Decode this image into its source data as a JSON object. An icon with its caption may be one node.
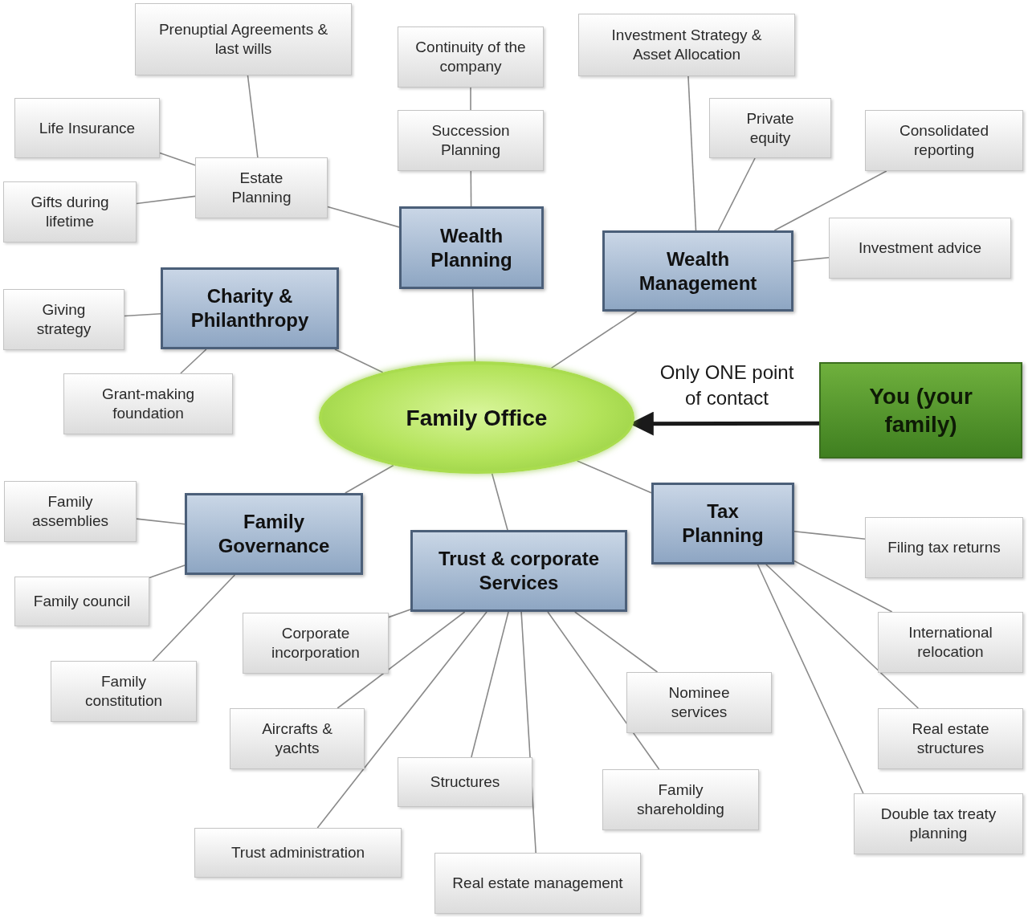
{
  "diagram": {
    "nodes": [
      {
        "text": [
          "Family Office"
        ]
      },
      {
        "text": [
          "Wealth Planning"
        ]
      },
      {
        "text": [
          "Wealth Management"
        ]
      },
      {
        "text": [
          "Charity & Philanthropy"
        ]
      },
      {
        "text": [
          "Family Governance"
        ]
      },
      {
        "text": [
          "Trust & corporate Services"
        ]
      },
      {
        "text": [
          "Tax Planning"
        ]
      },
      {
        "text": [
          "You (your family)"
        ]
      },
      {
        "text": [
          "Prenuptial Agreements & last wills"
        ]
      },
      {
        "text": [
          "Continuity of the company"
        ]
      },
      {
        "text": [
          "Investment Strategy & Asset Allocation"
        ]
      },
      {
        "text": [
          "Life Insurance"
        ]
      },
      {
        "text": [
          "Succession Planning"
        ]
      },
      {
        "text": [
          "Private equity"
        ]
      },
      {
        "text": [
          "Consolidated reporting"
        ]
      },
      {
        "text": [
          "Estate Planning"
        ]
      },
      {
        "text": [
          "Gifts during lifetime"
        ]
      },
      {
        "text": [
          "Investment advice"
        ]
      },
      {
        "text": [
          "Giving strategy"
        ]
      },
      {
        "text": [
          "Grant-making foundation"
        ]
      },
      {
        "text": [
          "Family assemblies"
        ]
      },
      {
        "text": [
          "Filing tax returns"
        ]
      },
      {
        "text": [
          "Family council"
        ]
      },
      {
        "text": [
          "Corporate incorporation"
        ]
      },
      {
        "text": [
          "International relocation"
        ]
      },
      {
        "text": [
          "Family constitution"
        ]
      },
      {
        "text": [
          "Nominee services"
        ]
      },
      {
        "text": [
          "Aircrafts & yachts"
        ]
      },
      {
        "text": [
          "Real estate structures"
        ]
      },
      {
        "text": [
          "Structures"
        ]
      },
      {
        "text": [
          "Family shareholding"
        ]
      },
      {
        "text": [
          "Double tax treaty planning"
        ]
      },
      {
        "text": [
          "Trust administration"
        ]
      },
      {
        "text": [
          "Real estate management"
        ]
      }
    ],
    "edges": [
      {
        "from": 0,
        "to": 1,
        "arrow": "none"
      },
      {
        "from": 0,
        "to": 2,
        "arrow": "none"
      },
      {
        "from": 0,
        "to": 3,
        "arrow": "none"
      },
      {
        "from": 0,
        "to": 4,
        "arrow": "none"
      },
      {
        "from": 0,
        "to": 5,
        "arrow": "none"
      },
      {
        "from": 0,
        "to": 6,
        "arrow": "none"
      },
      {
        "from": 7,
        "to": 0,
        "arrow": "to",
        "label": "Only ONE point of contact",
        "style": "thick",
        "color": "#1a1a1a"
      },
      {
        "from": 1,
        "to": 15,
        "arrow": "none"
      },
      {
        "from": 1,
        "to": 12,
        "arrow": "none"
      },
      {
        "from": 12,
        "to": 9,
        "arrow": "none"
      },
      {
        "from": 15,
        "to": 8,
        "arrow": "none"
      },
      {
        "from": 15,
        "to": 11,
        "arrow": "none"
      },
      {
        "from": 15,
        "to": 16,
        "arrow": "none"
      },
      {
        "from": 2,
        "to": 10,
        "arrow": "none"
      },
      {
        "from": 2,
        "to": 13,
        "arrow": "none"
      },
      {
        "from": 2,
        "to": 14,
        "arrow": "none"
      },
      {
        "from": 2,
        "to": 17,
        "arrow": "none"
      },
      {
        "from": 3,
        "to": 18,
        "arrow": "none"
      },
      {
        "from": 3,
        "to": 19,
        "arrow": "none"
      },
      {
        "from": 4,
        "to": 20,
        "arrow": "none"
      },
      {
        "from": 4,
        "to": 22,
        "arrow": "none"
      },
      {
        "from": 4,
        "to": 25,
        "arrow": "none"
      },
      {
        "from": 5,
        "to": 23,
        "arrow": "none"
      },
      {
        "from": 5,
        "to": 27,
        "arrow": "none"
      },
      {
        "from": 5,
        "to": 32,
        "arrow": "none"
      },
      {
        "from": 5,
        "to": 29,
        "arrow": "none"
      },
      {
        "from": 5,
        "to": 33,
        "arrow": "none"
      },
      {
        "from": 5,
        "to": 30,
        "arrow": "none"
      },
      {
        "from": 5,
        "to": 26,
        "arrow": "none"
      },
      {
        "from": 6,
        "to": 21,
        "arrow": "none"
      },
      {
        "from": 6,
        "to": 24,
        "arrow": "none"
      },
      {
        "from": 6,
        "to": 28,
        "arrow": "none"
      },
      {
        "from": 6,
        "to": 31,
        "arrow": "none"
      }
    ]
  }
}
